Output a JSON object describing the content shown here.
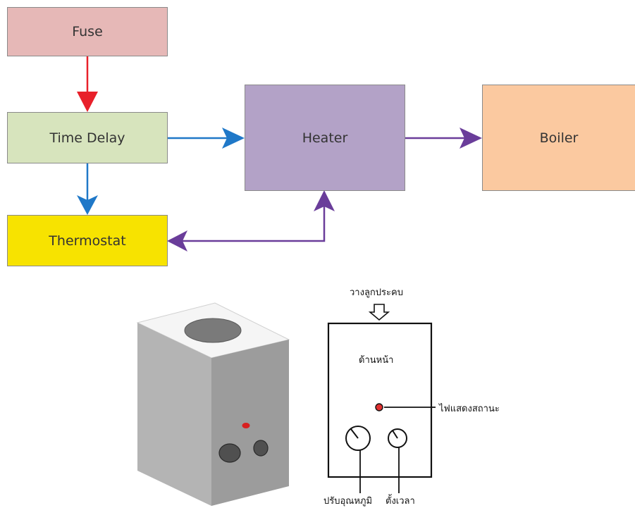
{
  "flowchart": {
    "fuse": {
      "label": "Fuse",
      "color": "#e6b8b7"
    },
    "time_delay": {
      "label": "Time Delay",
      "color": "#d7e4bd"
    },
    "thermostat": {
      "label": "Thermostat",
      "color": "#f7e300"
    },
    "heater": {
      "label": "Heater",
      "color": "#b3a2c7"
    },
    "boiler": {
      "label": "Boiler",
      "color": "#fbc9a0"
    },
    "arrow_colors": {
      "red": "#e8202a",
      "blue": "#1f78c8",
      "purple": "#6a3d9a"
    }
  },
  "device_diagram": {
    "top_label": "วางลูกประคบ",
    "front_label": "ด้านหน้า",
    "status_light_label": "ไฟแสดงสถานะ",
    "temp_knob_label": "ปรับอุณหภูมิ",
    "timer_knob_label": "ตั้งเวลา",
    "status_light_color": "#e03030"
  }
}
